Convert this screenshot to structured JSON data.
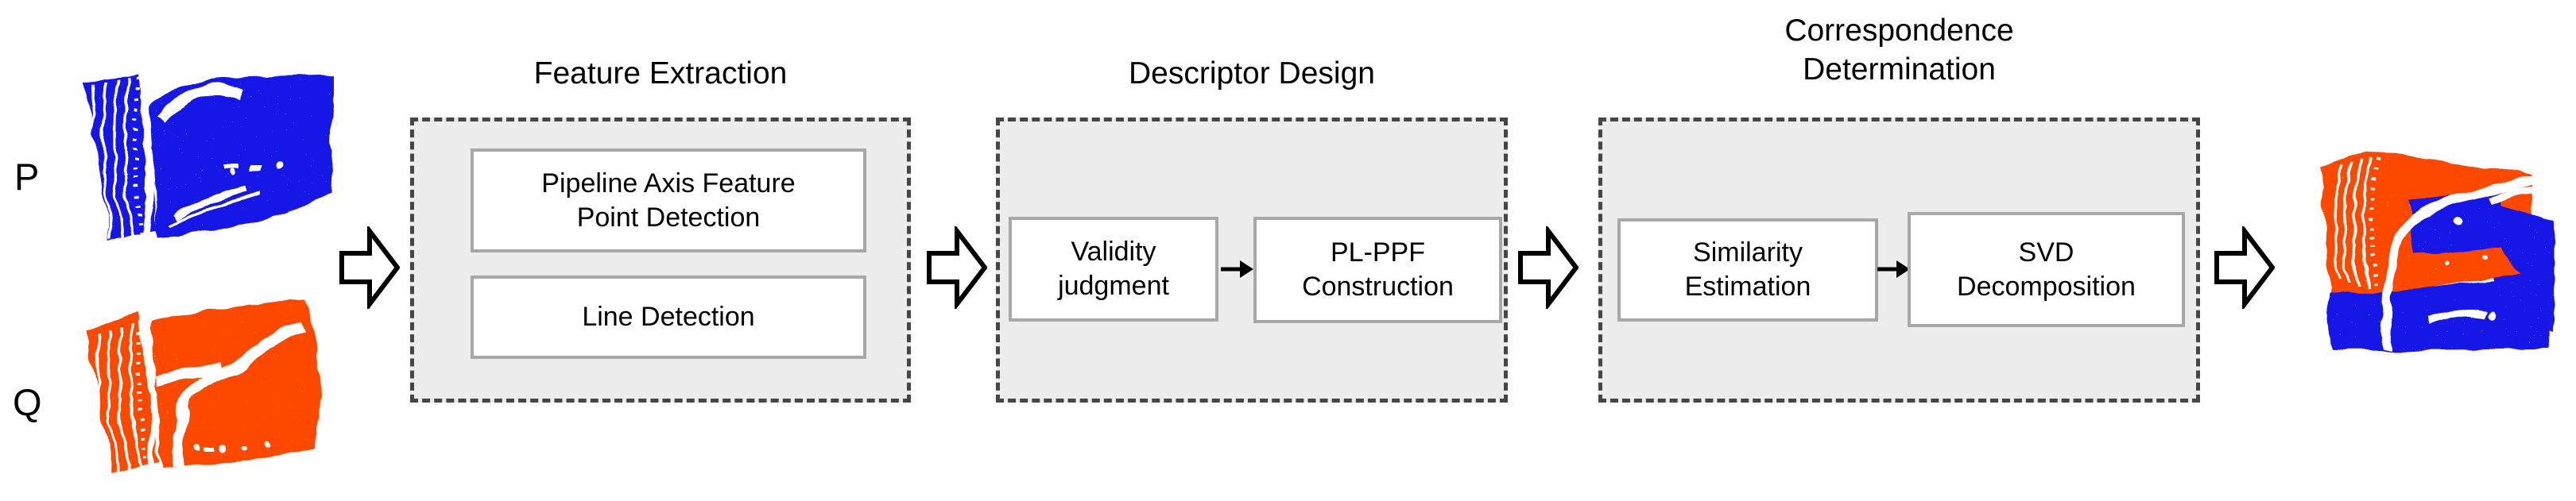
{
  "figure": {
    "inputs": {
      "p_label": "P",
      "q_label": "Q"
    },
    "stages": [
      {
        "title_lines": [
          "Feature Extraction"
        ],
        "boxes": [
          {
            "lines": [
              "Pipeline Axis Feature",
              "Point Detection"
            ]
          },
          {
            "lines": [
              "Line Detection"
            ]
          }
        ]
      },
      {
        "title_lines": [
          "Descriptor Design"
        ],
        "boxes": [
          {
            "lines": [
              "Validity",
              "judgment"
            ]
          },
          {
            "lines": [
              "PL-PPF",
              "Construction"
            ]
          }
        ]
      },
      {
        "title_lines": [
          "Correspondence",
          "Determination"
        ],
        "boxes": [
          {
            "lines": [
              "Similarity",
              "Estimation"
            ]
          },
          {
            "lines": [
              "SVD",
              "Decomposition"
            ]
          }
        ]
      }
    ],
    "colors": {
      "point_cloud_p": "#1414e6",
      "point_cloud_q": "#fd4a02",
      "stage_fill": "#ececec",
      "stage_border": "#464646",
      "inner_box_border": "#a8a8a8",
      "arrow_outline": "#000000"
    }
  }
}
